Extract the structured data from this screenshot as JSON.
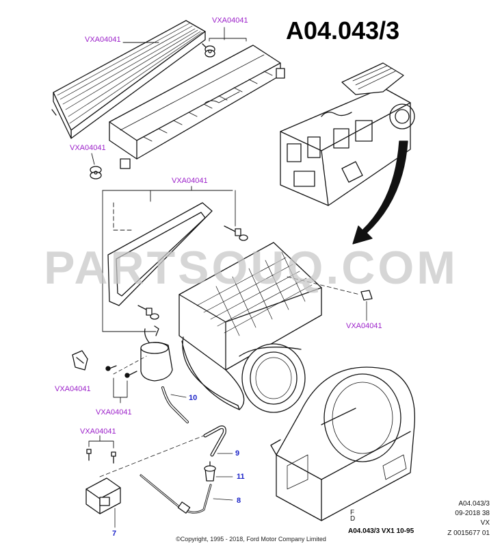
{
  "diagram": {
    "code": "A04.043/3",
    "watermark": "PARTSOUQ.COM",
    "stamp": "A04.043/3 VX1 10-95",
    "fd_mark": "F\nD",
    "copyright": "©Copyright, 1995 - 2018, Ford Motor Company Limited",
    "meta": {
      "ref": "A04.043/3",
      "date": "09-2018 38",
      "model": "VX",
      "code": "Z 0015677 01"
    },
    "part_refs": [
      "VXA04041",
      "VXA04041",
      "VXA04041",
      "VXA04041",
      "VXA04041",
      "VXA04041",
      "VXA04041",
      "VXA04041"
    ],
    "callouts": [
      "10",
      "9",
      "11",
      "8",
      "7"
    ]
  }
}
